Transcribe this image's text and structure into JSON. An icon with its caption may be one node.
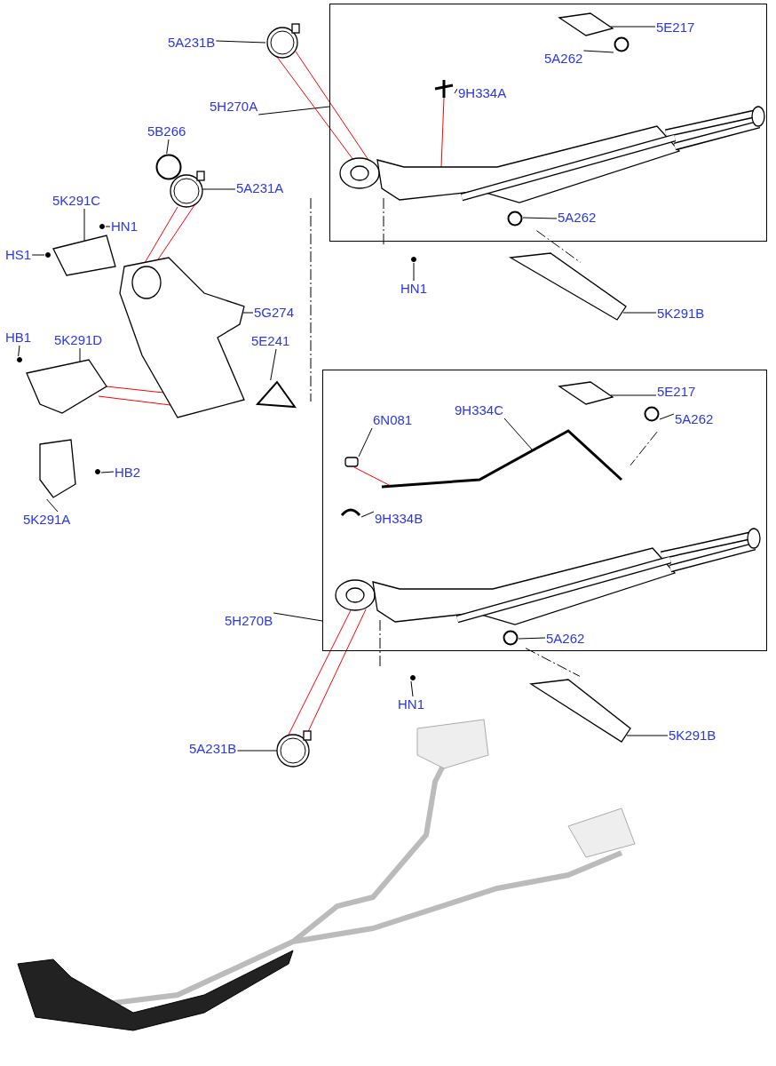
{
  "diagram": {
    "nodes": [
      {
        "text": [
          "5A231B"
        ]
      },
      {
        "text": [
          "5H270A"
        ]
      },
      {
        "text": [],
        "shape": "box"
      },
      {
        "text": [
          "5E217"
        ],
        "in": 2
      },
      {
        "text": [
          "5A262"
        ],
        "in": 2
      },
      {
        "text": [
          "9H334A"
        ],
        "in": 2
      },
      {
        "text": [
          "5A262"
        ],
        "in": 2
      },
      {
        "text": [
          "5B266"
        ]
      },
      {
        "text": [
          "5A231A"
        ]
      },
      {
        "text": [
          "5K291C"
        ]
      },
      {
        "text": [
          "HS1"
        ]
      },
      {
        "text": [
          "HN1"
        ]
      },
      {
        "text": [
          "HN1"
        ]
      },
      {
        "text": [
          "5K291B"
        ]
      },
      {
        "text": [
          "5G274"
        ]
      },
      {
        "text": [
          "HB1"
        ]
      },
      {
        "text": [
          "5K291D"
        ]
      },
      {
        "text": [
          "5E241"
        ]
      },
      {
        "text": [
          "5H270B"
        ]
      },
      {
        "text": [],
        "shape": "box"
      },
      {
        "text": [
          "5E217"
        ],
        "in": 19
      },
      {
        "text": [
          "5A262"
        ],
        "in": 19
      },
      {
        "text": [
          "6N081"
        ],
        "in": 19
      },
      {
        "text": [
          "9H334C"
        ],
        "in": 19
      },
      {
        "text": [
          "9H334B"
        ],
        "in": 19
      },
      {
        "text": [
          "5A262"
        ],
        "in": 19
      },
      {
        "text": [
          "HB2"
        ]
      },
      {
        "text": [
          "5K291A"
        ]
      },
      {
        "text": [
          "HN1"
        ]
      },
      {
        "text": [
          "5K291B"
        ]
      },
      {
        "text": [
          "5A231B"
        ]
      },
      {
        "text": [],
        "shape": "picture"
      },
      {
        "text": [],
        "shape": "picture",
        "in": 2
      },
      {
        "text": [],
        "shape": "circle",
        "in": 2
      },
      {
        "text": [],
        "shape": "picture",
        "in": 2
      },
      {
        "text": [],
        "shape": "picture",
        "in": 2
      },
      {
        "text": [],
        "shape": "circle",
        "in": 2
      },
      {
        "text": [],
        "shape": "circle"
      },
      {
        "text": [],
        "shape": "picture"
      },
      {
        "text": [],
        "shape": "picture"
      },
      {
        "text": [],
        "shape": "circle"
      },
      {
        "text": [],
        "shape": "circle"
      },
      {
        "text": [],
        "shape": "circle"
      },
      {
        "text": [],
        "shape": "picture"
      },
      {
        "text": [],
        "shape": "picture"
      },
      {
        "text": [],
        "shape": "circle"
      },
      {
        "text": [],
        "shape": "picture"
      },
      {
        "text": [],
        "shape": "picture"
      },
      {
        "text": [],
        "shape": "picture",
        "in": 19
      },
      {
        "text": [],
        "shape": "circle",
        "in": 19
      },
      {
        "text": [],
        "shape": "box",
        "in": 19
      },
      {
        "text": [],
        "shape": "picture",
        "in": 19
      },
      {
        "text": [],
        "shape": "picture",
        "in": 19
      },
      {
        "text": [],
        "shape": "picture",
        "in": 19
      },
      {
        "text": [],
        "shape": "circle",
        "in": 19
      },
      {
        "text": [],
        "shape": "circle"
      },
      {
        "text": [],
        "shape": "picture"
      },
      {
        "text": [],
        "shape": "circle"
      },
      {
        "text": [],
        "shape": "picture"
      },
      {
        "text": [],
        "shape": "picture"
      }
    ],
    "edges": [
      {
        "from": 0,
        "to": 31,
        "arrow": "none"
      },
      {
        "from": 1,
        "to": 2,
        "arrow": "none"
      },
      {
        "from": 3,
        "to": 32,
        "arrow": "none"
      },
      {
        "from": 4,
        "to": 33,
        "arrow": "none"
      },
      {
        "from": 5,
        "to": 34,
        "arrow": "none"
      },
      {
        "from": 6,
        "to": 36,
        "arrow": "none"
      },
      {
        "from": 7,
        "to": 37,
        "arrow": "none"
      },
      {
        "from": 8,
        "to": 38,
        "arrow": "none"
      },
      {
        "from": 9,
        "to": 39,
        "arrow": "none"
      },
      {
        "from": 10,
        "to": 40,
        "arrow": "none"
      },
      {
        "from": 11,
        "to": 41,
        "arrow": "none"
      },
      {
        "from": 12,
        "to": 42,
        "arrow": "none"
      },
      {
        "from": 13,
        "to": 43,
        "arrow": "none"
      },
      {
        "from": 14,
        "to": 44,
        "arrow": "none"
      },
      {
        "from": 15,
        "to": 45,
        "arrow": "none"
      },
      {
        "from": 16,
        "to": 46,
        "arrow": "none"
      },
      {
        "from": 17,
        "to": 47,
        "arrow": "none"
      },
      {
        "from": 18,
        "to": 19,
        "arrow": "none"
      },
      {
        "from": 20,
        "to": 48,
        "arrow": "none"
      },
      {
        "from": 21,
        "to": 49,
        "arrow": "none"
      },
      {
        "from": 22,
        "to": 50,
        "arrow": "none"
      },
      {
        "from": 23,
        "to": 51,
        "arrow": "none"
      },
      {
        "from": 24,
        "to": 52,
        "arrow": "none"
      },
      {
        "from": 25,
        "to": 54,
        "arrow": "none"
      },
      {
        "from": 26,
        "to": 55,
        "arrow": "none"
      },
      {
        "from": 27,
        "to": 56,
        "arrow": "none"
      },
      {
        "from": 28,
        "to": 57,
        "arrow": "none"
      },
      {
        "from": 29,
        "to": 58,
        "arrow": "none"
      },
      {
        "from": 30,
        "to": 59,
        "arrow": "none"
      },
      {
        "from": 31,
        "to": 35,
        "arrow": "none",
        "color": "#ff0000"
      },
      {
        "from": 31,
        "to": 35,
        "arrow": "none",
        "color": "#ff0000"
      },
      {
        "from": 34,
        "to": 35,
        "arrow": "none",
        "color": "#ff0000"
      },
      {
        "from": 38,
        "to": 44,
        "arrow": "none",
        "color": "#ff0000"
      },
      {
        "from": 38,
        "to": 44,
        "arrow": "none",
        "color": "#ff0000"
      },
      {
        "from": 46,
        "to": 44,
        "arrow": "none",
        "color": "#ff0000"
      },
      {
        "from": 46,
        "to": 44,
        "arrow": "none",
        "color": "#ff0000"
      },
      {
        "from": 50,
        "to": 51,
        "arrow": "none",
        "color": "#ff0000"
      },
      {
        "from": 59,
        "to": 53,
        "arrow": "none",
        "color": "#ff0000"
      },
      {
        "from": 59,
        "to": 53,
        "arrow": "none",
        "color": "#ff0000"
      }
    ]
  }
}
